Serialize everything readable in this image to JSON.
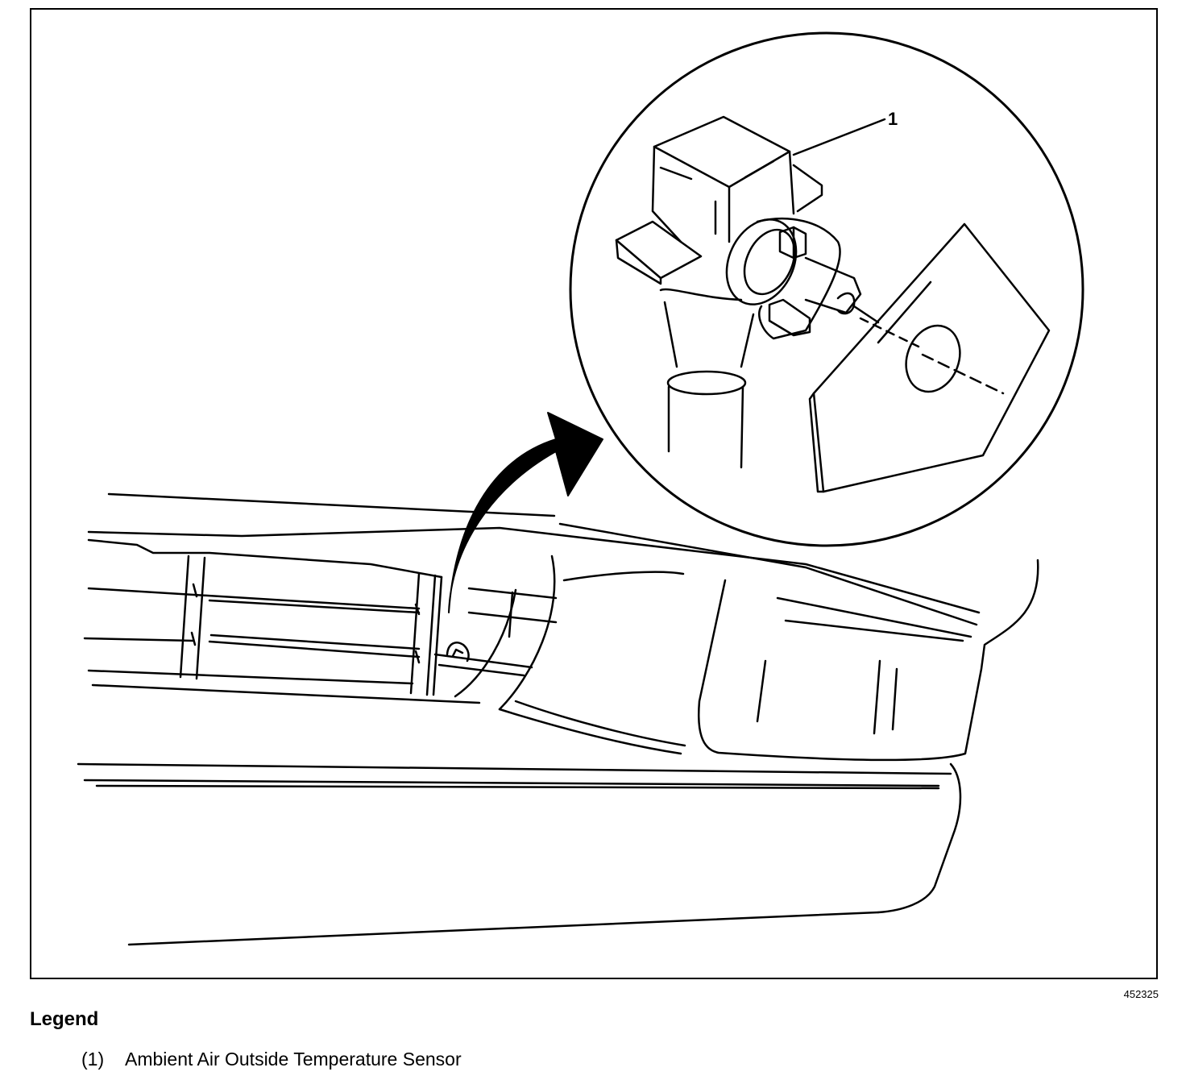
{
  "figure": {
    "figure_number": "452325",
    "callouts": [
      {
        "label": "1"
      }
    ]
  },
  "legend": {
    "heading": "Legend",
    "items": [
      {
        "number": "(1)",
        "text": "Ambient Air Outside Temperature Sensor"
      }
    ]
  },
  "colors": {
    "ink": "#000000",
    "paper": "#ffffff"
  }
}
